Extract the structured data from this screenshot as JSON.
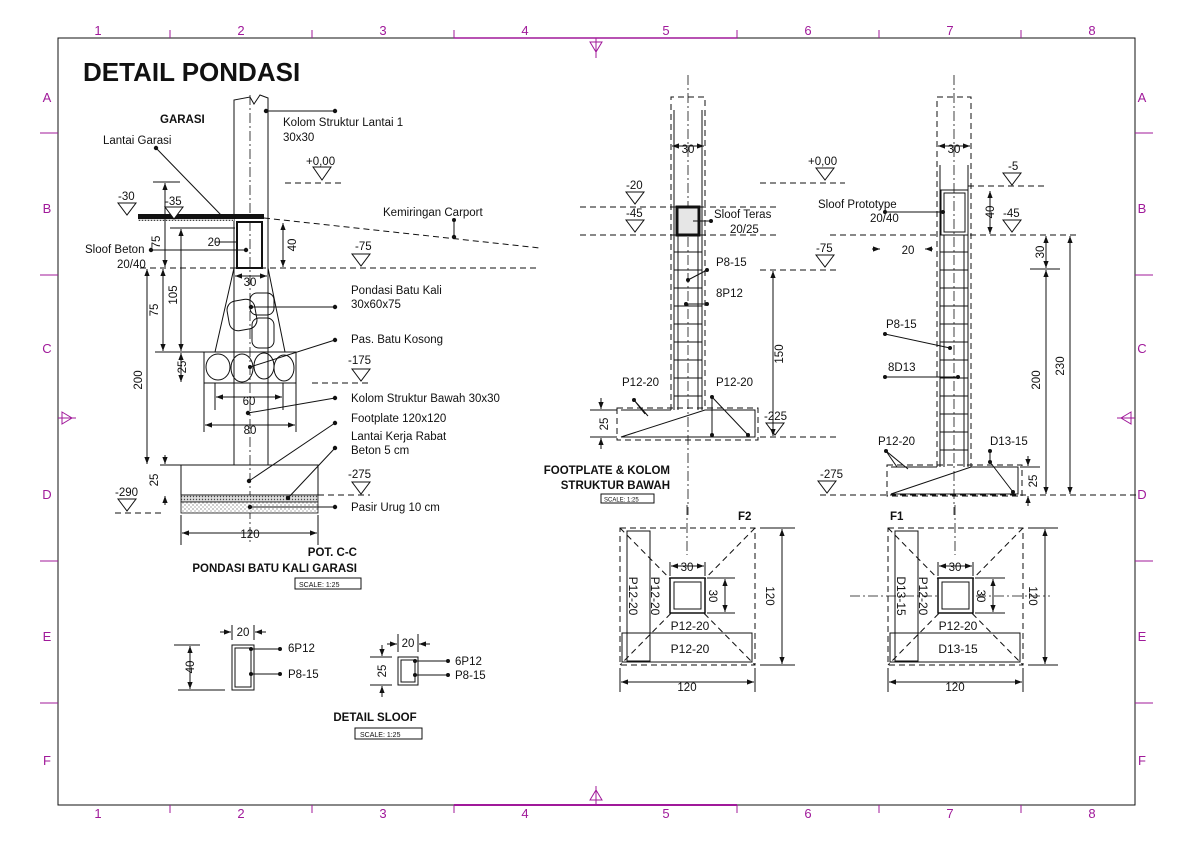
{
  "title": "DETAIL PONDASI",
  "colors": {
    "grid": "#a0199a",
    "f2_fill": "#f5ee2a",
    "f1_fill": "#d6e6f5"
  },
  "grid": {
    "columns": [
      "1",
      "2",
      "3",
      "4",
      "5",
      "6",
      "7",
      "8"
    ],
    "rows": [
      "A",
      "B",
      "C",
      "D",
      "E",
      "F"
    ]
  },
  "pot_cc": {
    "garasi": "GARASI",
    "lantai_garasi": "Lantai Garasi",
    "kolom_lantai1": "Kolom Struktur Lantai 1",
    "kolom_lantai1_size": "30x30",
    "kemiringan": "Kemiringan Carport",
    "sloof_beton": "Sloof Beton",
    "sloof_beton_size": "20/40",
    "pondasi_batu_kali": "Pondasi Batu Kali",
    "pondasi_size": "30x60x75",
    "batu_kosong": "Pas. Batu Kosong",
    "kolom_bawah": "Kolom Struktur Bawah 30x30",
    "footplate": "Footplate 120x120",
    "lantai_kerja1": "Lantai Kerja Rabat",
    "lantai_kerja2": "Beton 5 cm",
    "pasir_urug": "Pasir Urug 10 cm",
    "levels": {
      "l0": "+0,00",
      "l30": "-30",
      "l35": "-35",
      "l75": "-75",
      "l175": "-175",
      "l275": "-275",
      "l290": "-290"
    },
    "dims": {
      "d75a": "75",
      "d75b": "75",
      "d105": "105",
      "d25a": "25",
      "d200": "200",
      "d25b": "25",
      "d40": "40",
      "d20": "20",
      "d30": "30",
      "d60": "60",
      "d80": "80",
      "d120": "120"
    },
    "caption1": "POT. C-C",
    "caption2": "PONDASI BATU KALI GARASI",
    "scale": "SCALE:  1:25"
  },
  "sloof": {
    "a": {
      "w": "20",
      "h": "40",
      "bar": "6P12",
      "stirrup": "P8-15"
    },
    "b": {
      "w": "20",
      "h": "25",
      "bar": "6P12",
      "stirrup": "P8-15"
    },
    "caption": "DETAIL SLOOF",
    "scale": "SCALE:  1:25"
  },
  "footplate_mid": {
    "d30": "30",
    "levels": {
      "l20": "-20",
      "l45": "-45",
      "l75": "-75",
      "l225": "-225"
    },
    "sloof_teras": "Sloof Teras",
    "sloof_teras_size": "20/25",
    "stirrup": "P8-15",
    "bars": "8P12",
    "p_left": "P12-20",
    "p_right": "P12-20",
    "d25": "25",
    "d150": "150",
    "caption1": "FOOTPLATE & KOLOM",
    "caption2": "STRUKTUR BAWAH",
    "scale": "SCALE:  1:25"
  },
  "footplate_right": {
    "d30": "30",
    "levels": {
      "l0": "+0,00",
      "l5": "-5",
      "l45": "-45",
      "l275": "-275"
    },
    "sloof_proto": "Sloof Prototype",
    "sloof_proto_size": "20/40",
    "d40": "40",
    "d20": "20",
    "d30v": "30",
    "d200": "200",
    "d230": "230",
    "d25": "25",
    "stirrup": "P8-15",
    "bars": "8D13",
    "p_left": "P12-20",
    "p_right": "D13-15"
  },
  "f2": {
    "label": "F2",
    "c30w": "30",
    "c30h": "30",
    "size_v": "120",
    "size_h": "120",
    "strip_v1": "P12-20",
    "strip_v2": "P12-20",
    "strip_h1": "P12-20",
    "strip_h2": "P12-20"
  },
  "f1": {
    "label": "F1",
    "c30w": "30",
    "c30h": "30",
    "size_v": "120",
    "size_h": "120",
    "strip_v1": "D13-15",
    "strip_v2": "P12-20",
    "strip_h1": "P12-20",
    "strip_h2": "D13-15"
  }
}
